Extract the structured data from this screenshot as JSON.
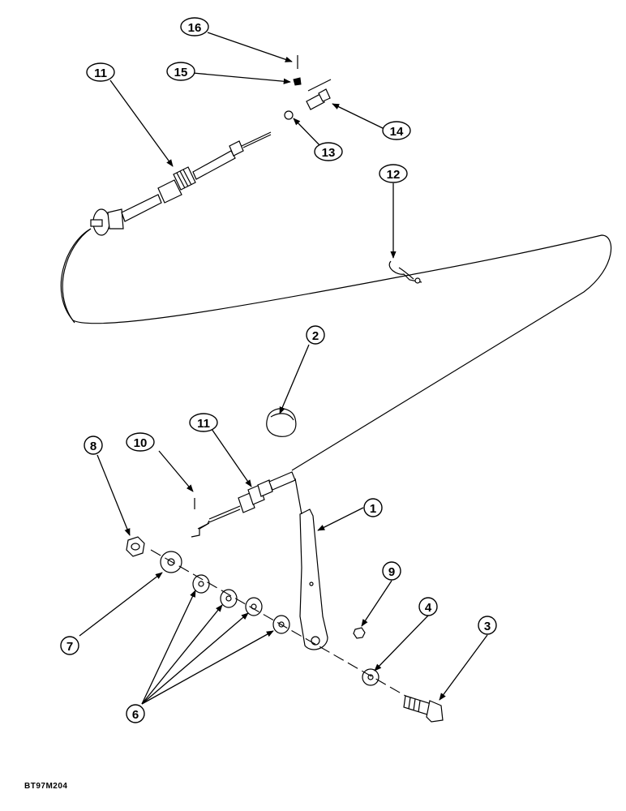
{
  "figure_code": "BT97M204",
  "callouts": [
    {
      "id": "callout-16",
      "label": "16"
    },
    {
      "id": "callout-15",
      "label": "15"
    },
    {
      "id": "callout-11-top",
      "label": "11"
    },
    {
      "id": "callout-14",
      "label": "14"
    },
    {
      "id": "callout-13",
      "label": "13"
    },
    {
      "id": "callout-12",
      "label": "12"
    },
    {
      "id": "callout-2",
      "label": "2"
    },
    {
      "id": "callout-11-bottom",
      "label": "11"
    },
    {
      "id": "callout-10",
      "label": "10"
    },
    {
      "id": "callout-8",
      "label": "8"
    },
    {
      "id": "callout-1",
      "label": "1"
    },
    {
      "id": "callout-9",
      "label": "9"
    },
    {
      "id": "callout-7",
      "label": "7"
    },
    {
      "id": "callout-4",
      "label": "4"
    },
    {
      "id": "callout-3",
      "label": "3"
    },
    {
      "id": "callout-6",
      "label": "6"
    }
  ]
}
